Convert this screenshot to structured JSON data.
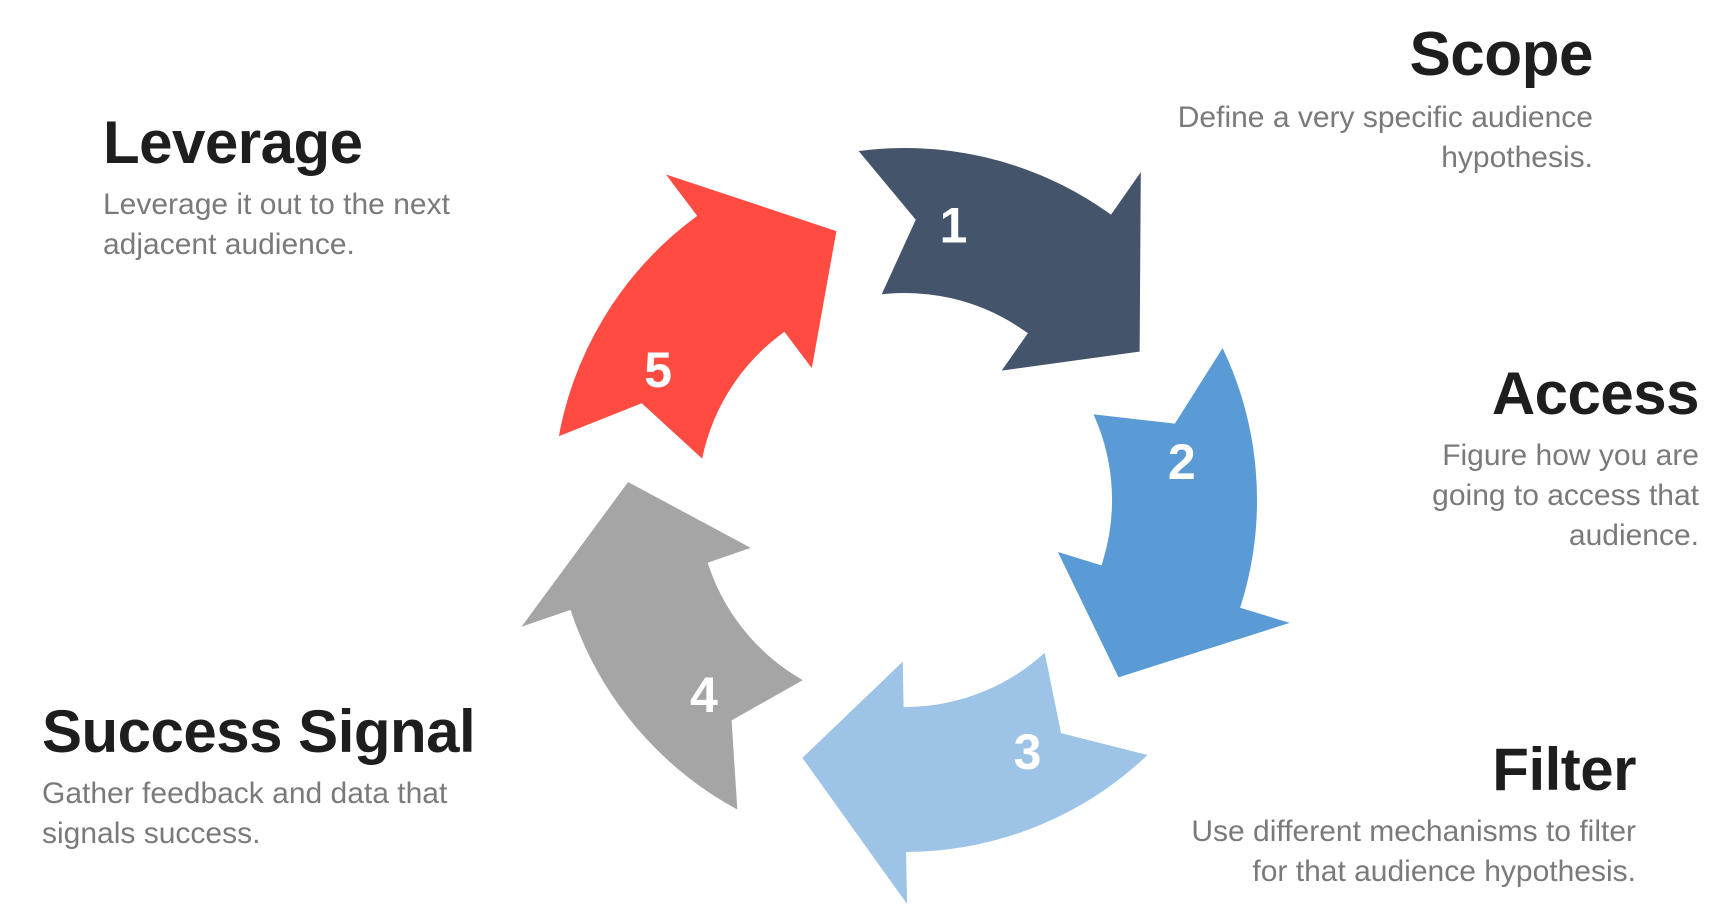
{
  "diagram": {
    "type": "cycle",
    "steps": [
      {
        "number": "1",
        "title": "Scope",
        "description": [
          "Define a very specific audience",
          "hypothesis."
        ],
        "color": "#44546a"
      },
      {
        "number": "2",
        "title": "Access",
        "description": [
          "Figure how you are",
          "going to access that",
          "audience."
        ],
        "color": "#5b9bd5"
      },
      {
        "number": "3",
        "title": "Filter",
        "description": [
          "Use different mechanisms to filter",
          "for that audience hypothesis."
        ],
        "color": "#9dc3e6"
      },
      {
        "number": "4",
        "title": "Success Signal",
        "description": [
          "Gather feedback and data that",
          "signals success."
        ],
        "color": "#a5a5a5"
      },
      {
        "number": "5",
        "title": "Leverage",
        "description": [
          "Leverage it out to the next",
          "adjacent audience."
        ],
        "color": "#ff4b41"
      }
    ]
  }
}
